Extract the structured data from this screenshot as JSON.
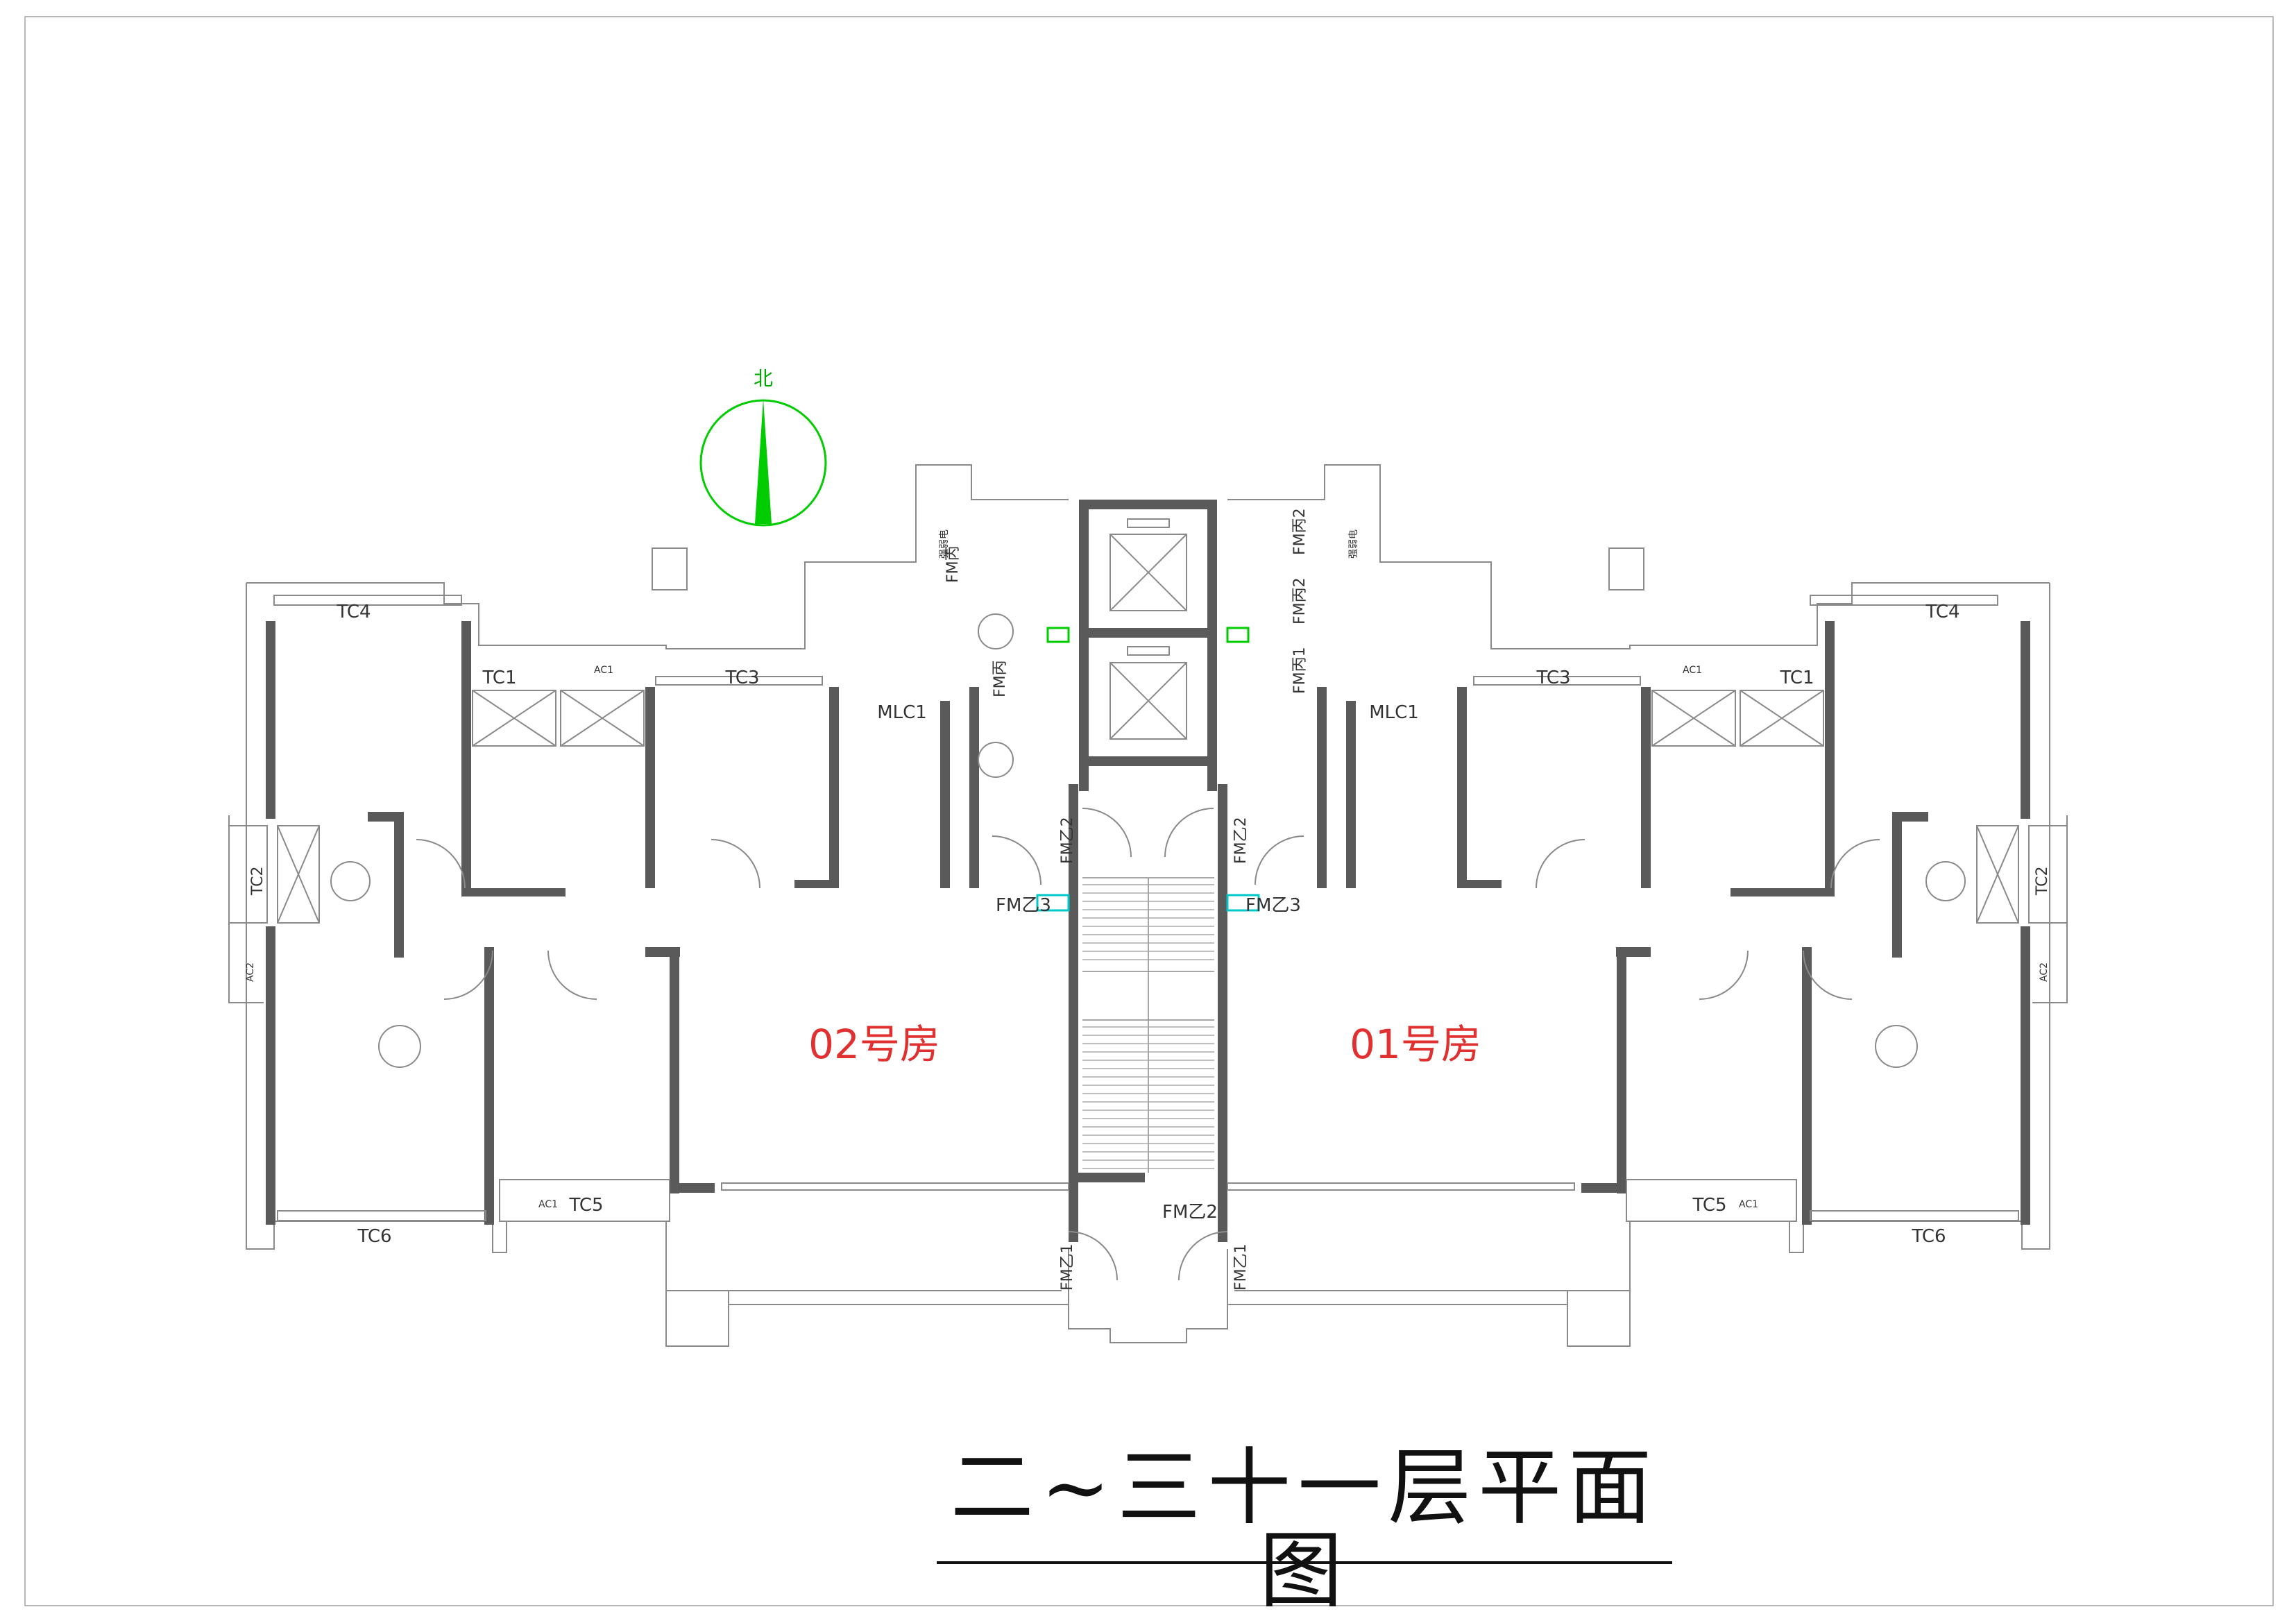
{
  "title": "二~三十一层平面图",
  "north": "北",
  "units": [
    "02号房",
    "01号房"
  ],
  "labels": {
    "tc1": "TC1",
    "tc2": "TC2",
    "tc3": "TC3",
    "tc4": "TC4",
    "tc5": "TC5",
    "tc6": "TC6",
    "mlc1": "MLC1",
    "ac1": "AC1",
    "ac2": "AC2",
    "fmz1": "FM乙1",
    "fmz2": "FM乙2",
    "fmz3": "FM乙3",
    "fmbing": "FM丙",
    "fmbing1": "FM丙1",
    "fmbing2": "FM丙2",
    "shafts": "强弱电"
  },
  "colors": {
    "walls": "#5a5a5a",
    "lines": "#8a8a8a",
    "room_labels": "#e03030",
    "north_arrow": "#00cc00",
    "signs": "#00c8c8"
  }
}
